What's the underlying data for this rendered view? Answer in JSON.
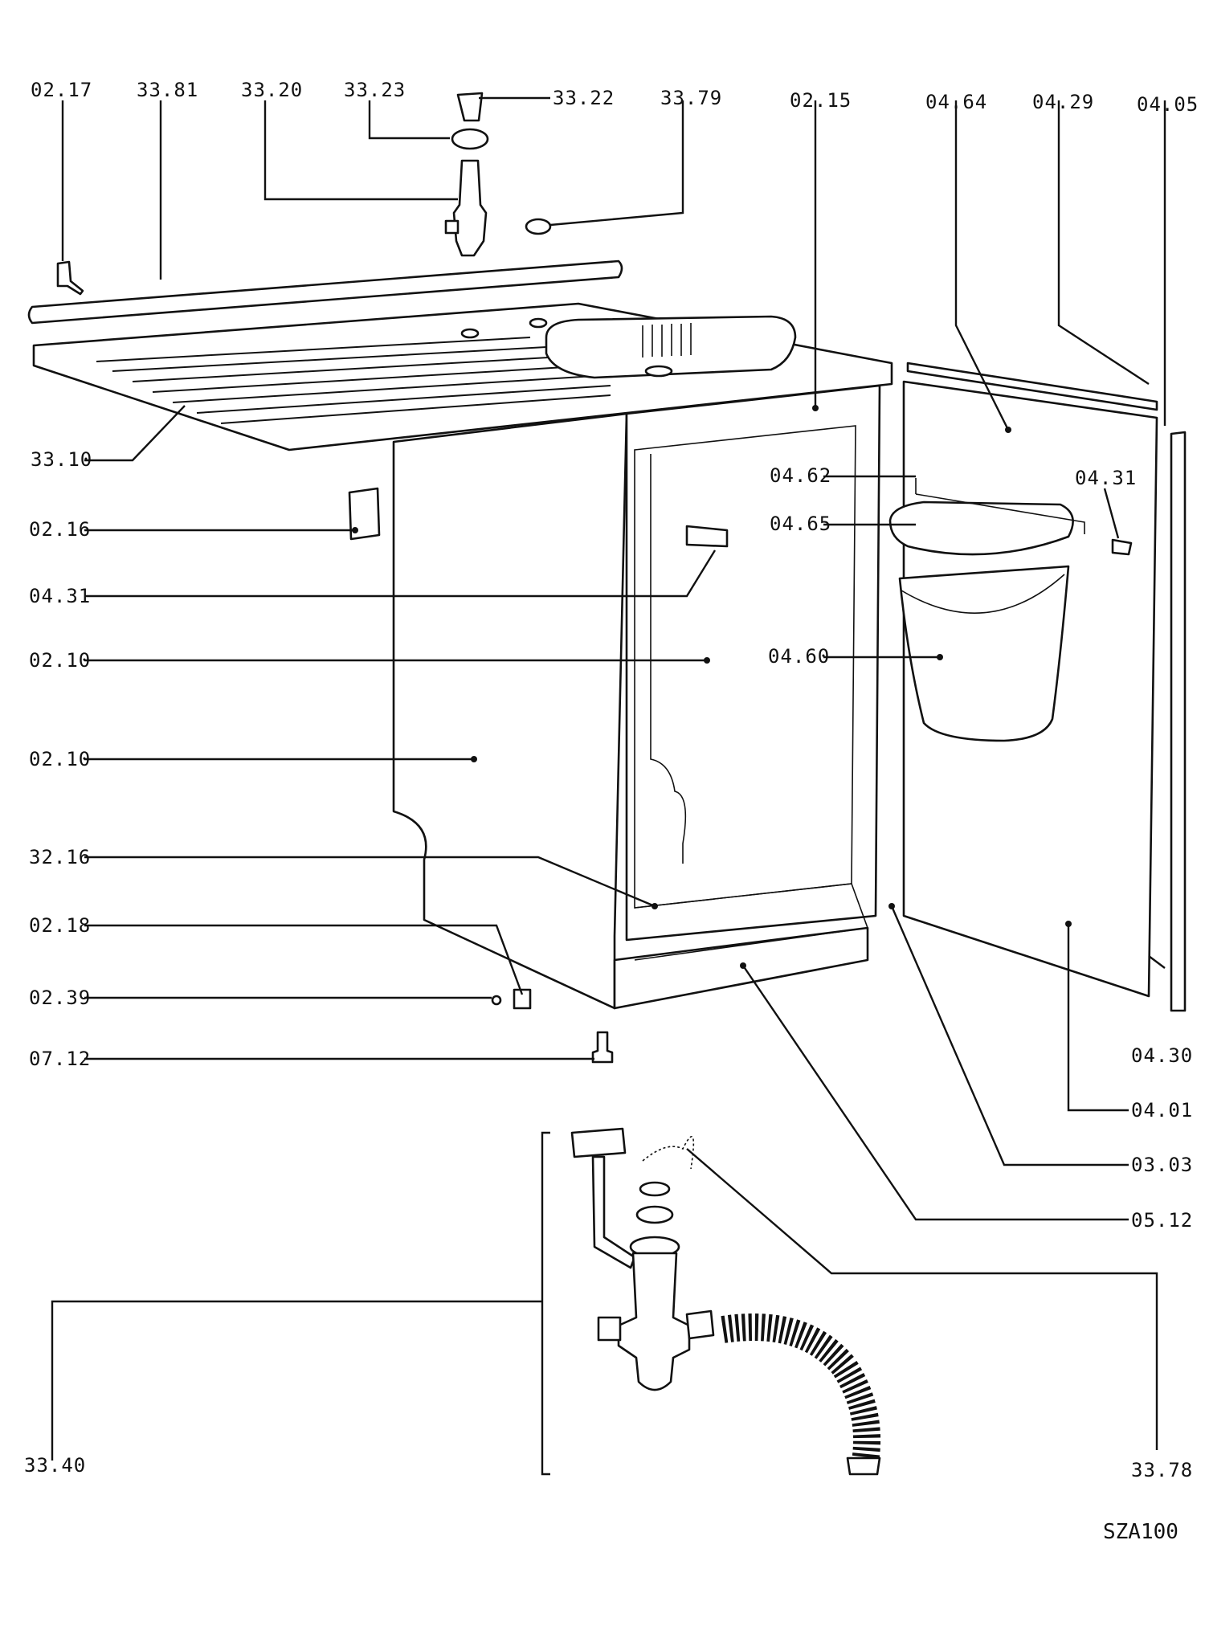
{
  "diagram": {
    "catalog_code": "SZA100",
    "callouts": {
      "c0217_top": "02.17",
      "c3381": "33.81",
      "c3320": "33.20",
      "c3323": "33.23",
      "c3322": "33.22",
      "c3379": "33.79",
      "c0215": "02.15",
      "c0464": "04.64",
      "c0429": "04.29",
      "c0405": "04.05",
      "c3310": "33.10",
      "c0216": "02.16",
      "c0431_left": "04.31",
      "c0210_a": "02.10",
      "c0210_b": "02.10",
      "c3216": "32.16",
      "c0218": "02.18",
      "c0239": "02.39",
      "c0712": "07.12",
      "c0462": "04.62",
      "c0465": "04.65",
      "c0460": "04.60",
      "c0431_right": "04.31",
      "c0430": "04.30",
      "c0401": "04.01",
      "c0303": "03.03",
      "c0512": "05.12",
      "c3340": "33.40",
      "c3378": "33.78"
    }
  }
}
